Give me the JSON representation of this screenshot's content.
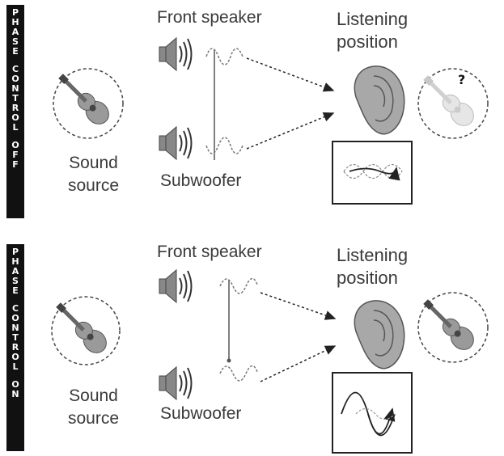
{
  "panels": [
    {
      "id": "off",
      "side_title": [
        "P",
        "H",
        "A",
        "S",
        "E",
        " ",
        "C",
        "O",
        "N",
        "T",
        "R",
        "O",
        "L",
        " ",
        "O",
        "F",
        "F"
      ],
      "front_speaker_label": "Front speaker",
      "subwoofer_label": "Subwoofer",
      "listening_line1": "Listening",
      "listening_line2": "position",
      "source_line1": "Sound",
      "source_line2": "source",
      "perceived_mark": "?"
    },
    {
      "id": "on",
      "side_title": [
        "P",
        "H",
        "A",
        "S",
        "E",
        " ",
        "C",
        "O",
        "N",
        "T",
        "R",
        "O",
        "L",
        " ",
        "O",
        "N"
      ],
      "front_speaker_label": "Front speaker",
      "subwoofer_label": "Subwoofer",
      "listening_line1": "Listening",
      "listening_line2": "position",
      "source_line1": "Sound",
      "source_line2": "source"
    }
  ],
  "icons": [
    "guitar-icon",
    "speaker-icon",
    "sine-wave-icon",
    "arrow-icon",
    "ear-icon",
    "waveform-box-icon",
    "question-mark-icon"
  ]
}
